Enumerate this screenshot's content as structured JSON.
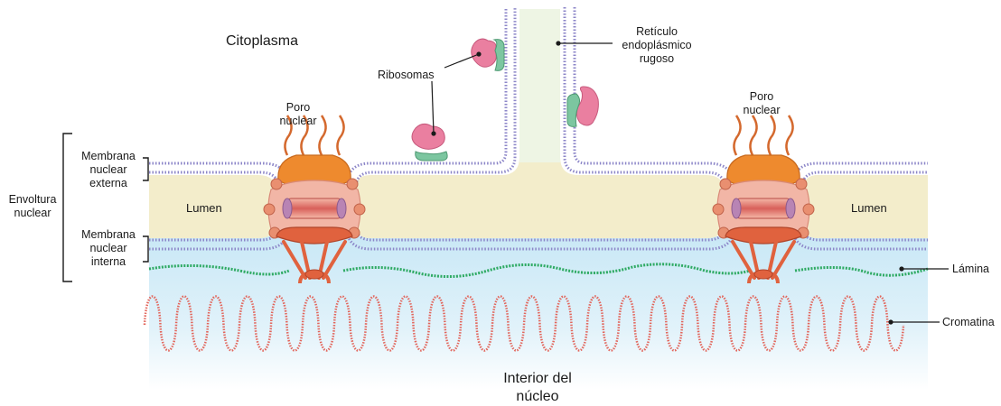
{
  "labels": {
    "cytoplasm": "Citoplasma",
    "ribosomes": "Ribosomas",
    "rer_line1": "Retículo",
    "rer_line2": "endoplásmico",
    "rer_line3": "rugoso",
    "pore_left_line1": "Poro",
    "pore_left_line2": "nuclear",
    "pore_right_line1": "Poro",
    "pore_right_line2": "nuclear",
    "outer_membrane_line1": "Membrana",
    "outer_membrane_line2": "nuclear",
    "outer_membrane_line3": "externa",
    "envelope_line1": "Envoltura",
    "envelope_line2": "nuclear",
    "inner_membrane_line1": "Membrana",
    "inner_membrane_line2": "nuclear",
    "inner_membrane_line3": "interna",
    "lumen_left": "Lumen",
    "lumen_right": "Lumen",
    "lamina": "Lámina",
    "chromatin": "Cromatina",
    "nucleus_line1": "Interior del",
    "nucleus_line2": "núcleo"
  },
  "colors": {
    "lumen": "#f3edcb",
    "membrane": "#8c86c8",
    "nucleoplasm": "#cfeaf6",
    "lamina": "#2eaa63",
    "chromatin": "#e2655b",
    "pore_orange": "#ee8a2e",
    "pore_salmon": "#eea397",
    "pore_red": "#e0623e",
    "ribosome_pink": "#ea7fa0",
    "ribosome_green": "#7cc6a0"
  }
}
